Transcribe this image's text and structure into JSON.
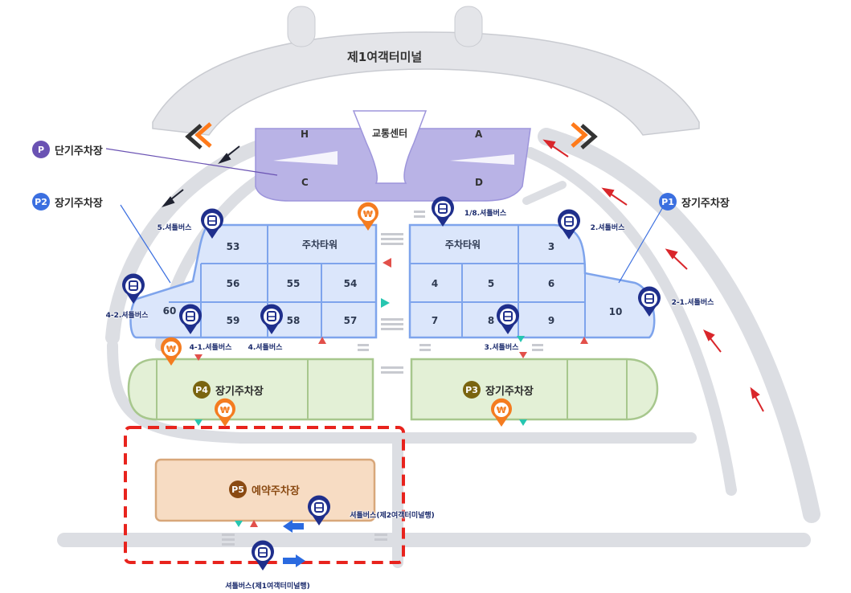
{
  "terminal": {
    "title": "제1여객터미널"
  },
  "transport_center": {
    "label": "교통센터",
    "sections": [
      "H",
      "A",
      "C",
      "D"
    ]
  },
  "zones": {
    "short_term": {
      "badge": "P",
      "label": "단기주차장"
    },
    "p2": {
      "badge": "P2",
      "label": "장기주차장"
    },
    "p1": {
      "badge": "P1",
      "label": "장기주차장"
    },
    "p4": {
      "badge": "P4",
      "label": "장기주차장"
    },
    "p3": {
      "badge": "P3",
      "label": "장기주차장"
    },
    "p5": {
      "badge": "P5",
      "label": "예약주차장"
    }
  },
  "left_block": {
    "tower": "주차타워",
    "cells": [
      "53",
      "56",
      "55",
      "54",
      "60",
      "59",
      "58",
      "57"
    ]
  },
  "right_block": {
    "tower": "주차타워",
    "cells": [
      "3",
      "4",
      "5",
      "6",
      "7",
      "8",
      "9",
      "10"
    ]
  },
  "shuttles": [
    {
      "label": "5.셔틀버스"
    },
    {
      "label": "1/8.셔틀버스"
    },
    {
      "label": "2.셔틀버스"
    },
    {
      "label": "4-2.셔틀버스"
    },
    {
      "label": "4-1.셔틀버스"
    },
    {
      "label": "4.셔틀버스"
    },
    {
      "label": "3.셔틀버스"
    },
    {
      "label": "2-1.셔틀버스"
    },
    {
      "label": "셔틀버스(제2여객터미널행)"
    },
    {
      "label": "셔틀버스(제1여객터미널행)"
    }
  ],
  "toll_icon": "₩",
  "colors": {
    "road": "#d9dbe0",
    "terminal": "#e4e5e9",
    "transport_center": "#b8b2e6",
    "parking_blue": "#dbe6fb",
    "parking_blue_border": "#7ea4ec",
    "parking_green": "#e3f0d6",
    "parking_green_border": "#a7c78d",
    "reservation": "#f7dcc3",
    "reservation_border": "#d8a77a",
    "shuttle_pin": "#1f2f8c",
    "toll_pin": "#f47c20",
    "highlight": "#e8231d"
  }
}
